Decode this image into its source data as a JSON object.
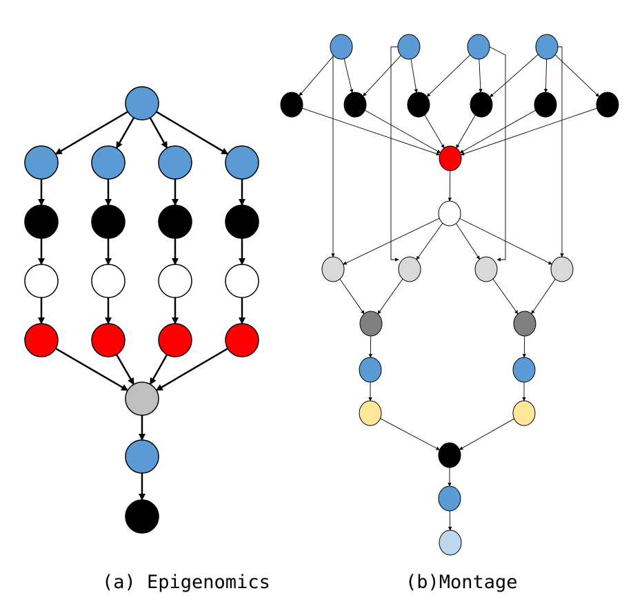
{
  "figure": {
    "panels": [
      {
        "id": "a",
        "caption": "(a) Epigenomics"
      },
      {
        "id": "b",
        "caption": "(b)Montage"
      }
    ]
  },
  "colors": {
    "blue": "#5b9bd5",
    "black": "#000000",
    "white": "#ffffff",
    "red": "#ff0000",
    "gray": "#bfbfbf",
    "light_gray": "#d9d9d9",
    "dark_gray": "#808080",
    "yellow": "#ffe699",
    "light_blue": "#bdd7ee",
    "stroke": "#000000"
  },
  "graphs": {
    "epigenomics": {
      "nodes": [
        {
          "id": "e0",
          "color": "blue"
        },
        {
          "id": "e1",
          "color": "blue"
        },
        {
          "id": "e2",
          "color": "blue"
        },
        {
          "id": "e3",
          "color": "blue"
        },
        {
          "id": "e4",
          "color": "blue"
        },
        {
          "id": "e5",
          "color": "black"
        },
        {
          "id": "e6",
          "color": "black"
        },
        {
          "id": "e7",
          "color": "black"
        },
        {
          "id": "e8",
          "color": "black"
        },
        {
          "id": "e9",
          "color": "white"
        },
        {
          "id": "e10",
          "color": "white"
        },
        {
          "id": "e11",
          "color": "white"
        },
        {
          "id": "e12",
          "color": "white"
        },
        {
          "id": "e13",
          "color": "red"
        },
        {
          "id": "e14",
          "color": "red"
        },
        {
          "id": "e15",
          "color": "red"
        },
        {
          "id": "e16",
          "color": "red"
        },
        {
          "id": "e17",
          "color": "gray"
        },
        {
          "id": "e18",
          "color": "blue"
        },
        {
          "id": "e19",
          "color": "black"
        }
      ],
      "edges": [
        [
          "e0",
          "e1"
        ],
        [
          "e0",
          "e2"
        ],
        [
          "e0",
          "e3"
        ],
        [
          "e0",
          "e4"
        ],
        [
          "e1",
          "e5"
        ],
        [
          "e2",
          "e6"
        ],
        [
          "e3",
          "e7"
        ],
        [
          "e4",
          "e8"
        ],
        [
          "e5",
          "e9"
        ],
        [
          "e6",
          "e10"
        ],
        [
          "e7",
          "e11"
        ],
        [
          "e8",
          "e12"
        ],
        [
          "e9",
          "e13"
        ],
        [
          "e10",
          "e14"
        ],
        [
          "e11",
          "e15"
        ],
        [
          "e12",
          "e16"
        ],
        [
          "e13",
          "e17"
        ],
        [
          "e14",
          "e17"
        ],
        [
          "e15",
          "e17"
        ],
        [
          "e16",
          "e17"
        ],
        [
          "e17",
          "e18"
        ],
        [
          "e18",
          "e19"
        ]
      ]
    },
    "montage": {
      "nodes": [
        {
          "id": "m0",
          "color": "blue"
        },
        {
          "id": "m1",
          "color": "blue"
        },
        {
          "id": "m2",
          "color": "blue"
        },
        {
          "id": "m3",
          "color": "blue"
        },
        {
          "id": "m4",
          "color": "black"
        },
        {
          "id": "m5",
          "color": "black"
        },
        {
          "id": "m6",
          "color": "black"
        },
        {
          "id": "m7",
          "color": "black"
        },
        {
          "id": "m8",
          "color": "black"
        },
        {
          "id": "m9",
          "color": "black"
        },
        {
          "id": "m10",
          "color": "red"
        },
        {
          "id": "m11",
          "color": "white"
        },
        {
          "id": "m12",
          "color": "light_gray"
        },
        {
          "id": "m13",
          "color": "light_gray"
        },
        {
          "id": "m14",
          "color": "light_gray"
        },
        {
          "id": "m15",
          "color": "light_gray"
        },
        {
          "id": "m16",
          "color": "dark_gray"
        },
        {
          "id": "m17",
          "color": "dark_gray"
        },
        {
          "id": "m18",
          "color": "blue"
        },
        {
          "id": "m19",
          "color": "blue"
        },
        {
          "id": "m20",
          "color": "yellow"
        },
        {
          "id": "m21",
          "color": "yellow"
        },
        {
          "id": "m22",
          "color": "black"
        },
        {
          "id": "m23",
          "color": "blue"
        },
        {
          "id": "m24",
          "color": "light_blue"
        }
      ],
      "edges": [
        [
          "m0",
          "m4"
        ],
        [
          "m0",
          "m5"
        ],
        [
          "m0",
          "m12"
        ],
        [
          "m1",
          "m5"
        ],
        [
          "m1",
          "m6"
        ],
        [
          "m1",
          "m13"
        ],
        [
          "m2",
          "m6"
        ],
        [
          "m2",
          "m7"
        ],
        [
          "m2",
          "m14"
        ],
        [
          "m3",
          "m7"
        ],
        [
          "m3",
          "m8"
        ],
        [
          "m3",
          "m9"
        ],
        [
          "m3",
          "m15"
        ],
        [
          "m4",
          "m10"
        ],
        [
          "m5",
          "m10"
        ],
        [
          "m6",
          "m10"
        ],
        [
          "m7",
          "m10"
        ],
        [
          "m8",
          "m10"
        ],
        [
          "m9",
          "m10"
        ],
        [
          "m10",
          "m11"
        ],
        [
          "m11",
          "m12"
        ],
        [
          "m11",
          "m13"
        ],
        [
          "m11",
          "m14"
        ],
        [
          "m11",
          "m15"
        ],
        [
          "m12",
          "m16"
        ],
        [
          "m13",
          "m16"
        ],
        [
          "m14",
          "m17"
        ],
        [
          "m15",
          "m17"
        ],
        [
          "m16",
          "m18"
        ],
        [
          "m17",
          "m19"
        ],
        [
          "m18",
          "m20"
        ],
        [
          "m19",
          "m21"
        ],
        [
          "m20",
          "m22"
        ],
        [
          "m21",
          "m22"
        ],
        [
          "m22",
          "m23"
        ],
        [
          "m23",
          "m24"
        ]
      ]
    }
  }
}
